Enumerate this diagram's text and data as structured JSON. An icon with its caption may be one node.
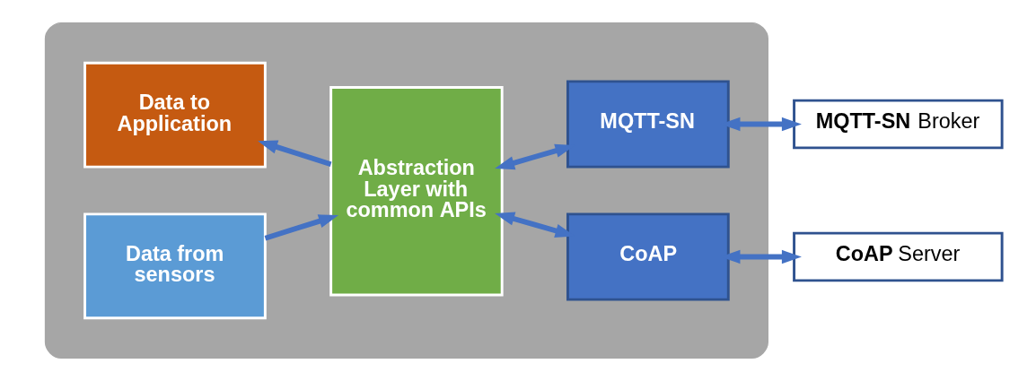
{
  "diagram": {
    "nodes": [
      {
        "text": [],
        "shape": "box"
      },
      {
        "text": [
          "Data from sensors"
        ],
        "in": 0
      },
      {
        "text": [
          "Data to Application"
        ],
        "in": 0
      },
      {
        "text": [
          "Abstraction Layer with common APIs"
        ],
        "in": 0
      },
      {
        "text": [
          "MQTT-SN"
        ],
        "in": 0
      },
      {
        "text": [
          "CoAP"
        ],
        "in": 0
      },
      {
        "text": [
          "**MQTT-SN** Broker"
        ]
      },
      {
        "text": [
          "**CoAP** Server"
        ]
      }
    ],
    "edges": [
      {
        "from": 1,
        "to": 3,
        "arrow": "to"
      },
      {
        "from": 3,
        "to": 2,
        "arrow": "to"
      },
      {
        "from": 3,
        "to": 4,
        "arrow": "both"
      },
      {
        "from": 3,
        "to": 5,
        "arrow": "both"
      },
      {
        "from": 4,
        "to": 6,
        "arrow": "both"
      },
      {
        "from": 5,
        "to": 7,
        "arrow": "both"
      }
    ]
  }
}
